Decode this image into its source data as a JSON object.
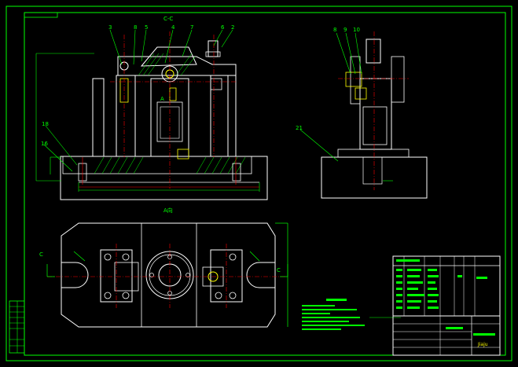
{
  "drawing": {
    "section_label": "C-C",
    "view_label": "A向",
    "side_mark_left": "C",
    "side_mark_right": "C",
    "arrow_mark": "A",
    "part_no_sixteen": "16",
    "part_no_eighteen": "18",
    "part_no_twentyone": "21",
    "title_drawing_name": "Jiaju",
    "numbers_top": [
      "3",
      "8",
      "5",
      "4",
      "7",
      "6",
      "2"
    ],
    "numbers_right": [
      "8",
      "9",
      "10"
    ]
  },
  "colors": {
    "background": "#000000",
    "frame": "#00ff00",
    "outline": "#ffffff",
    "center_line": "#ff0000",
    "leader": "#00ff00",
    "hatch": "#00ff00",
    "dimension": "#ff0000"
  }
}
